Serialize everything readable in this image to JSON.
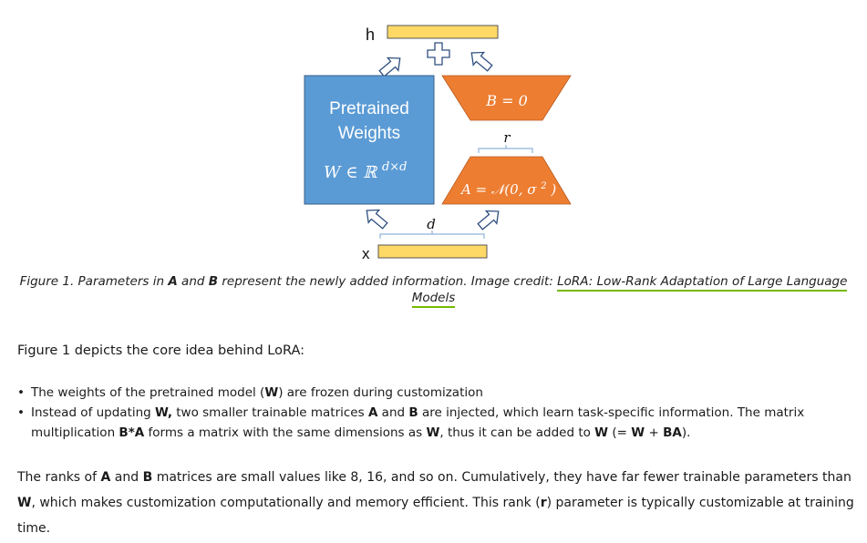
{
  "figure": {
    "h_label": "h",
    "x_label": "x",
    "pretrained_line1": "Pretrained",
    "pretrained_line2": "Weights",
    "w_formula": "W ∈ ℝ",
    "w_superscript": "d×d",
    "b_formula": "B = 0",
    "a_formula_main": "A = 𝒩(0, σ",
    "a_formula_sup": "2",
    "a_formula_end": ")",
    "r_label": "r",
    "d_label": "d",
    "plus_symbol": "+",
    "colors": {
      "pretrained_fill": "#5b9bd5",
      "pretrained_border": "#3a5f8a",
      "trapezoid_fill": "#ed7d31",
      "bar_fill": "#ffd966",
      "brace_color": "#8fb3d9",
      "arrow_color": "#2f4f7f"
    }
  },
  "caption": {
    "prefix": "Figure 1. Parameters in ",
    "a": "A",
    "and": " and ",
    "b": "B",
    "middle": " represent the newly added information. Image credit: ",
    "link_line1": "LoRA: Low-Rank Adaptation of Large Language",
    "link_line2": "Models",
    "link_color": "#76b900"
  },
  "intro": "Figure 1 depicts the core idea behind LoRA:",
  "bullets": {
    "b1_pre": "The weights of the pretrained model (",
    "b1_w": "W",
    "b1_post": ") are frozen during customization",
    "b2_pre": "Instead of updating ",
    "b2_w": "W,",
    "b2_mid1": " two smaller trainable matrices ",
    "b2_a": "A",
    "b2_and": " and ",
    "b2_b": "B",
    "b2_mid2": " are injected, which learn task-specific information. The matrix multiplication ",
    "b2_ba": "B*A",
    "b2_mid3": " forms a matrix with the same dimensions as ",
    "b2_w2": "W",
    "b2_mid4": ", thus it can be added to ",
    "b2_w3": "W",
    "b2_eq_open": " (= ",
    "b2_w4": "W",
    "b2_plus": " + ",
    "b2_ba2": "BA",
    "b2_close": ")."
  },
  "paragraph": {
    "p_pre": "The ranks of ",
    "p_a": "A",
    "p_and": " and ",
    "p_b": "B",
    "p_mid1": " matrices are small values like 8, 16, and so on. Cumulatively, they have far fewer trainable parameters than ",
    "p_w": "W",
    "p_mid2": ", which makes customization computationally and memory efficient. This rank (",
    "p_r": "r",
    "p_end": ") parameter is typically customizable at training time."
  }
}
